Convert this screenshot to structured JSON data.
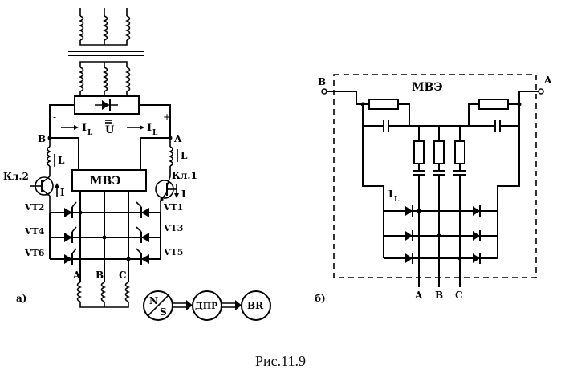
{
  "figure": {
    "caption": "Рис.11.9",
    "left": {
      "panel_label": "а)",
      "unit_label": "МВЭ",
      "rectifier_voltage": "U",
      "current_left": "I",
      "current_left_sub": "L",
      "current_right": "I",
      "current_right_sub": "L",
      "minus": "-",
      "plus": "+",
      "node_b": "B",
      "node_a": "A",
      "inductor_left": "L",
      "inductor_right": "L",
      "key_left": "Кл.2",
      "key_right": "Кл.1",
      "current_key_left": "I",
      "current_key_right": "I",
      "thyristors": [
        "VT2",
        "VT1",
        "VT4",
        "VT3",
        "VT6",
        "VT5"
      ],
      "phases": [
        "A",
        "B",
        "C"
      ],
      "motor_chain": [
        "N",
        "S",
        "ДПР",
        "BR"
      ]
    },
    "right": {
      "panel_label": "б)",
      "unit_label": "МВЭ",
      "terminal_b": "B",
      "terminal_a": "A",
      "current": "I",
      "current_sub": "L",
      "phases": [
        "A",
        "B",
        "C"
      ]
    }
  }
}
